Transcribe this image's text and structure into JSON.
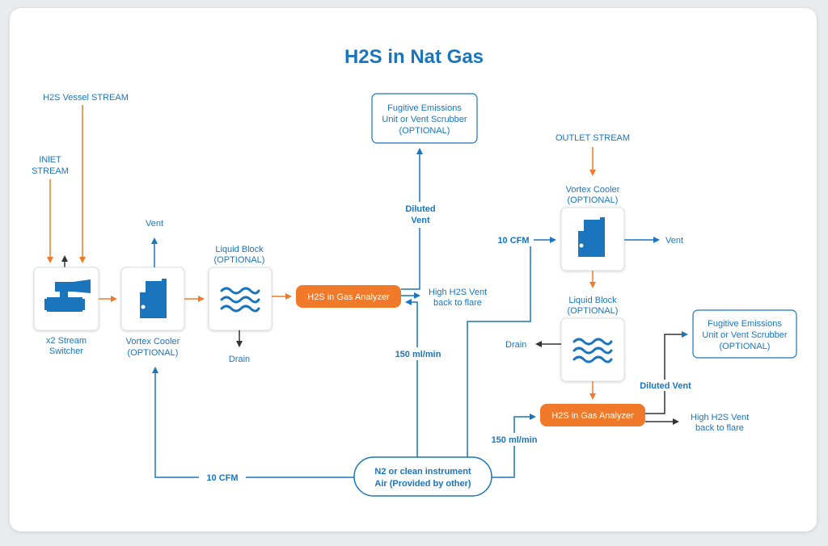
{
  "colors": {
    "blue": "#1b75bc",
    "orange": "#f07a2a",
    "dark": "#333333",
    "boxStroke": "#d8dde3"
  },
  "title": "H2S in Nat Gas",
  "left": {
    "inlet_stream": [
      "INlET",
      "STREAM"
    ],
    "vessel_stream": "H2S Vessel STREAM",
    "switcher": [
      "x2 Stream",
      "Switcher"
    ],
    "vent": "Vent",
    "cooler": [
      "Vortex Cooler",
      "(OPTIONAL)"
    ],
    "liquid_block": [
      "Liquid Block",
      "(OPTIONAL)"
    ],
    "drain": "Drain",
    "analyzer": "H2S in Gas Analyzer",
    "fugitive": [
      "Fugitive Emissions",
      "Unit or Vent Scrubber",
      "(OPTIONAL)"
    ],
    "diluted_vent": [
      "Diluted",
      "Vent"
    ],
    "high_vent": [
      "High H2S Vent",
      "back to flare"
    ],
    "flow_ml": "150 ml/min",
    "flow_cfm": "10 CFM"
  },
  "supply": [
    "N2 or clean instrument",
    "Air (Provided by other)"
  ],
  "right": {
    "outlet_stream": "OUTLET STREAM",
    "cooler": [
      "Vortex Cooler",
      "(OPTIONAL)"
    ],
    "flow_cfm": "10 CFM",
    "vent": "Vent",
    "liquid_block": [
      "Liquid Block",
      "(OPTIONAL)"
    ],
    "drain": "Drain",
    "fugitive": [
      "Fugitive Emissions",
      "Unit or Vent Scrubber",
      "(OPTIONAL)"
    ],
    "diluted_vent": "Diluted Vent",
    "analyzer": "H2S in Gas Analyzer",
    "high_vent": [
      "High H2S Vent",
      "back to flare"
    ],
    "flow_ml": "150 ml/min"
  }
}
